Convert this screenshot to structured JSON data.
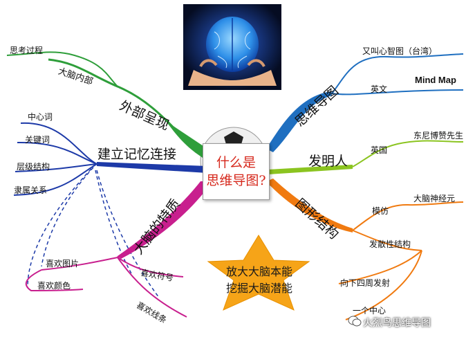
{
  "center": {
    "line1": "什么是",
    "line2": "思维导图?"
  },
  "star": {
    "line1": "放大大脑本能",
    "line2": "挖掘大脑潜能"
  },
  "branches": {
    "outer": {
      "label": "外部呈现",
      "sub": "大脑内部",
      "leaf": "思考过程"
    },
    "memory": {
      "label": "建立记忆连接",
      "leaves": [
        "中心词",
        "关键词",
        "层级结构",
        "隶属关系"
      ]
    },
    "traits": {
      "label": "大脑的特质",
      "leaves": [
        "喜欢图片",
        "喜欢颜色",
        "喜欢符号",
        "喜欢线条"
      ]
    },
    "mindmap": {
      "label": "思维导图",
      "sub1": "又叫心智图（台湾）",
      "sub2": "英文",
      "sub2_value": "Mind Map"
    },
    "inventor": {
      "label": "发明人",
      "sub": "英国",
      "leaf": "东尼博赞先生"
    },
    "structure": {
      "label": "图形结构",
      "sub1": "模仿",
      "sub1_leaf": "大脑神经元",
      "sub2": "发散性结构",
      "sub2_leaf1": "向下四周发射",
      "sub2_leaf2": "一个中心"
    }
  },
  "watermark": "火烈鸟思维导图",
  "colors": {
    "outer": "#2e9e3a",
    "memory": "#1d3aa8",
    "traits": "#c81f8e",
    "mindmap": "#1f6fc0",
    "inventor": "#8bc420",
    "structure": "#f07a10",
    "center_text": "#d6281c",
    "star": "#f6a418"
  },
  "icons": [
    "brain-hands-photo",
    "soccer-ball-icon",
    "star-shape",
    "wechat-icon"
  ]
}
